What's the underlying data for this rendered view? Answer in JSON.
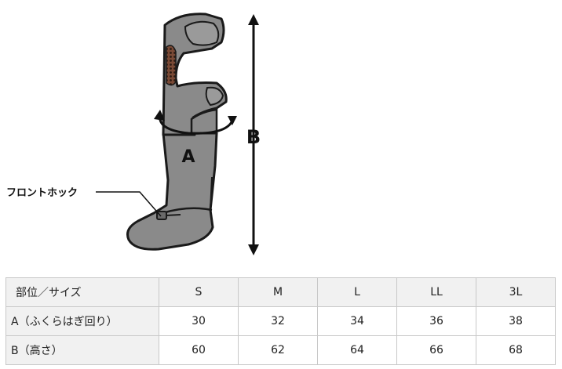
{
  "figure": {
    "label_a": "A",
    "label_b": "B",
    "callout_label": "フロントホック"
  },
  "size_table": {
    "header": [
      "部位／サイズ",
      "S",
      "M",
      "L",
      "LL",
      "3L"
    ],
    "rows": [
      [
        "A（ふくらはぎ回り）",
        "30",
        "32",
        "34",
        "36",
        "38"
      ],
      [
        "B（高さ）",
        "60",
        "62",
        "64",
        "66",
        "68"
      ]
    ]
  },
  "colors": {
    "boot_fill": "#8a8a8a",
    "boot_stroke": "#1a1a1a",
    "header_bg": "#f1f1f1",
    "border": "#c8c8c8"
  }
}
